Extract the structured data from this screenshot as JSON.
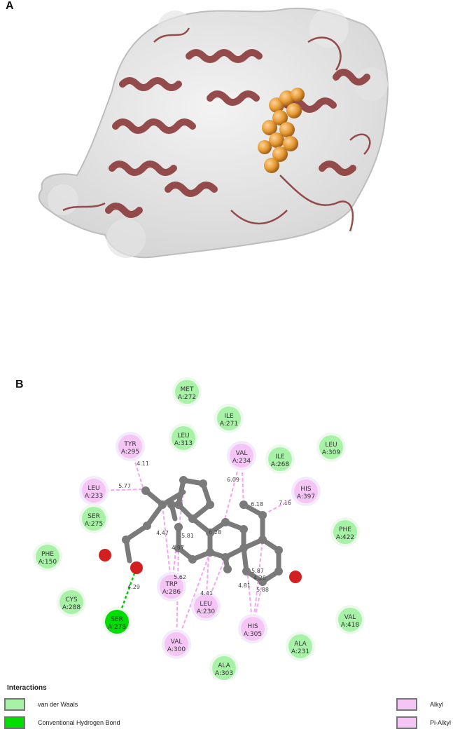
{
  "panels": {
    "a": "A",
    "b": "B"
  },
  "colors": {
    "vdw": "#a7f2a7",
    "hbond": "#00dd00",
    "alkyl": "#f5c6f5",
    "ribbon": "#8b3a3a",
    "ligand": "#e69a33",
    "surface": "#e4e4e4"
  },
  "residues": [
    {
      "name": "MET",
      "id": "A:272",
      "type": "vdw"
    },
    {
      "name": "ILE",
      "id": "A:271",
      "type": "vdw"
    },
    {
      "name": "LEU",
      "id": "A:313",
      "type": "vdw"
    },
    {
      "name": "TYR",
      "id": "A:295",
      "type": "alkyl"
    },
    {
      "name": "VAL",
      "id": "A:234",
      "type": "alkyl"
    },
    {
      "name": "ILE",
      "id": "A:268",
      "type": "vdw"
    },
    {
      "name": "LEU",
      "id": "A:309",
      "type": "vdw"
    },
    {
      "name": "LEU",
      "id": "A:233",
      "type": "alkyl"
    },
    {
      "name": "HIS",
      "id": "A:397",
      "type": "alkyl"
    },
    {
      "name": "SER",
      "id": "A:275",
      "type": "vdw"
    },
    {
      "name": "PHE",
      "id": "A:150",
      "type": "vdw"
    },
    {
      "name": "PHE",
      "id": "A:422",
      "type": "vdw"
    },
    {
      "name": "TRP",
      "id": "A:286",
      "type": "alkyl"
    },
    {
      "name": "CYS",
      "id": "A:288",
      "type": "vdw"
    },
    {
      "name": "LEU",
      "id": "A:230",
      "type": "alkyl"
    },
    {
      "name": "SER",
      "id": "A:278",
      "type": "hbond"
    },
    {
      "name": "HIS",
      "id": "A:305",
      "type": "alkyl"
    },
    {
      "name": "VAL",
      "id": "A:418",
      "type": "vdw"
    },
    {
      "name": "ALA",
      "id": "A:231",
      "type": "vdw"
    },
    {
      "name": "VAL",
      "id": "A:300",
      "type": "alkyl"
    },
    {
      "name": "ALA",
      "id": "A:303",
      "type": "vdw"
    }
  ],
  "distances": [
    "4.11",
    "5.77",
    "6.09",
    "6.18",
    "7.16",
    "4.47",
    "4.97",
    "5.81",
    "6.28",
    "5.62",
    "4.41",
    "4.28",
    "5.87",
    "4.81",
    "5.88",
    "4.29"
  ],
  "legend": {
    "title": "Interactions",
    "items": [
      {
        "label": "van der Waals",
        "color": "#a7f2a7"
      },
      {
        "label": "Conventional Hydrogen Bond",
        "color": "#00dd00"
      },
      {
        "label": "Alkyl",
        "color": "#f5c6f5"
      },
      {
        "label": "Pi-Alkyl",
        "color": "#f5c6f5"
      }
    ]
  }
}
